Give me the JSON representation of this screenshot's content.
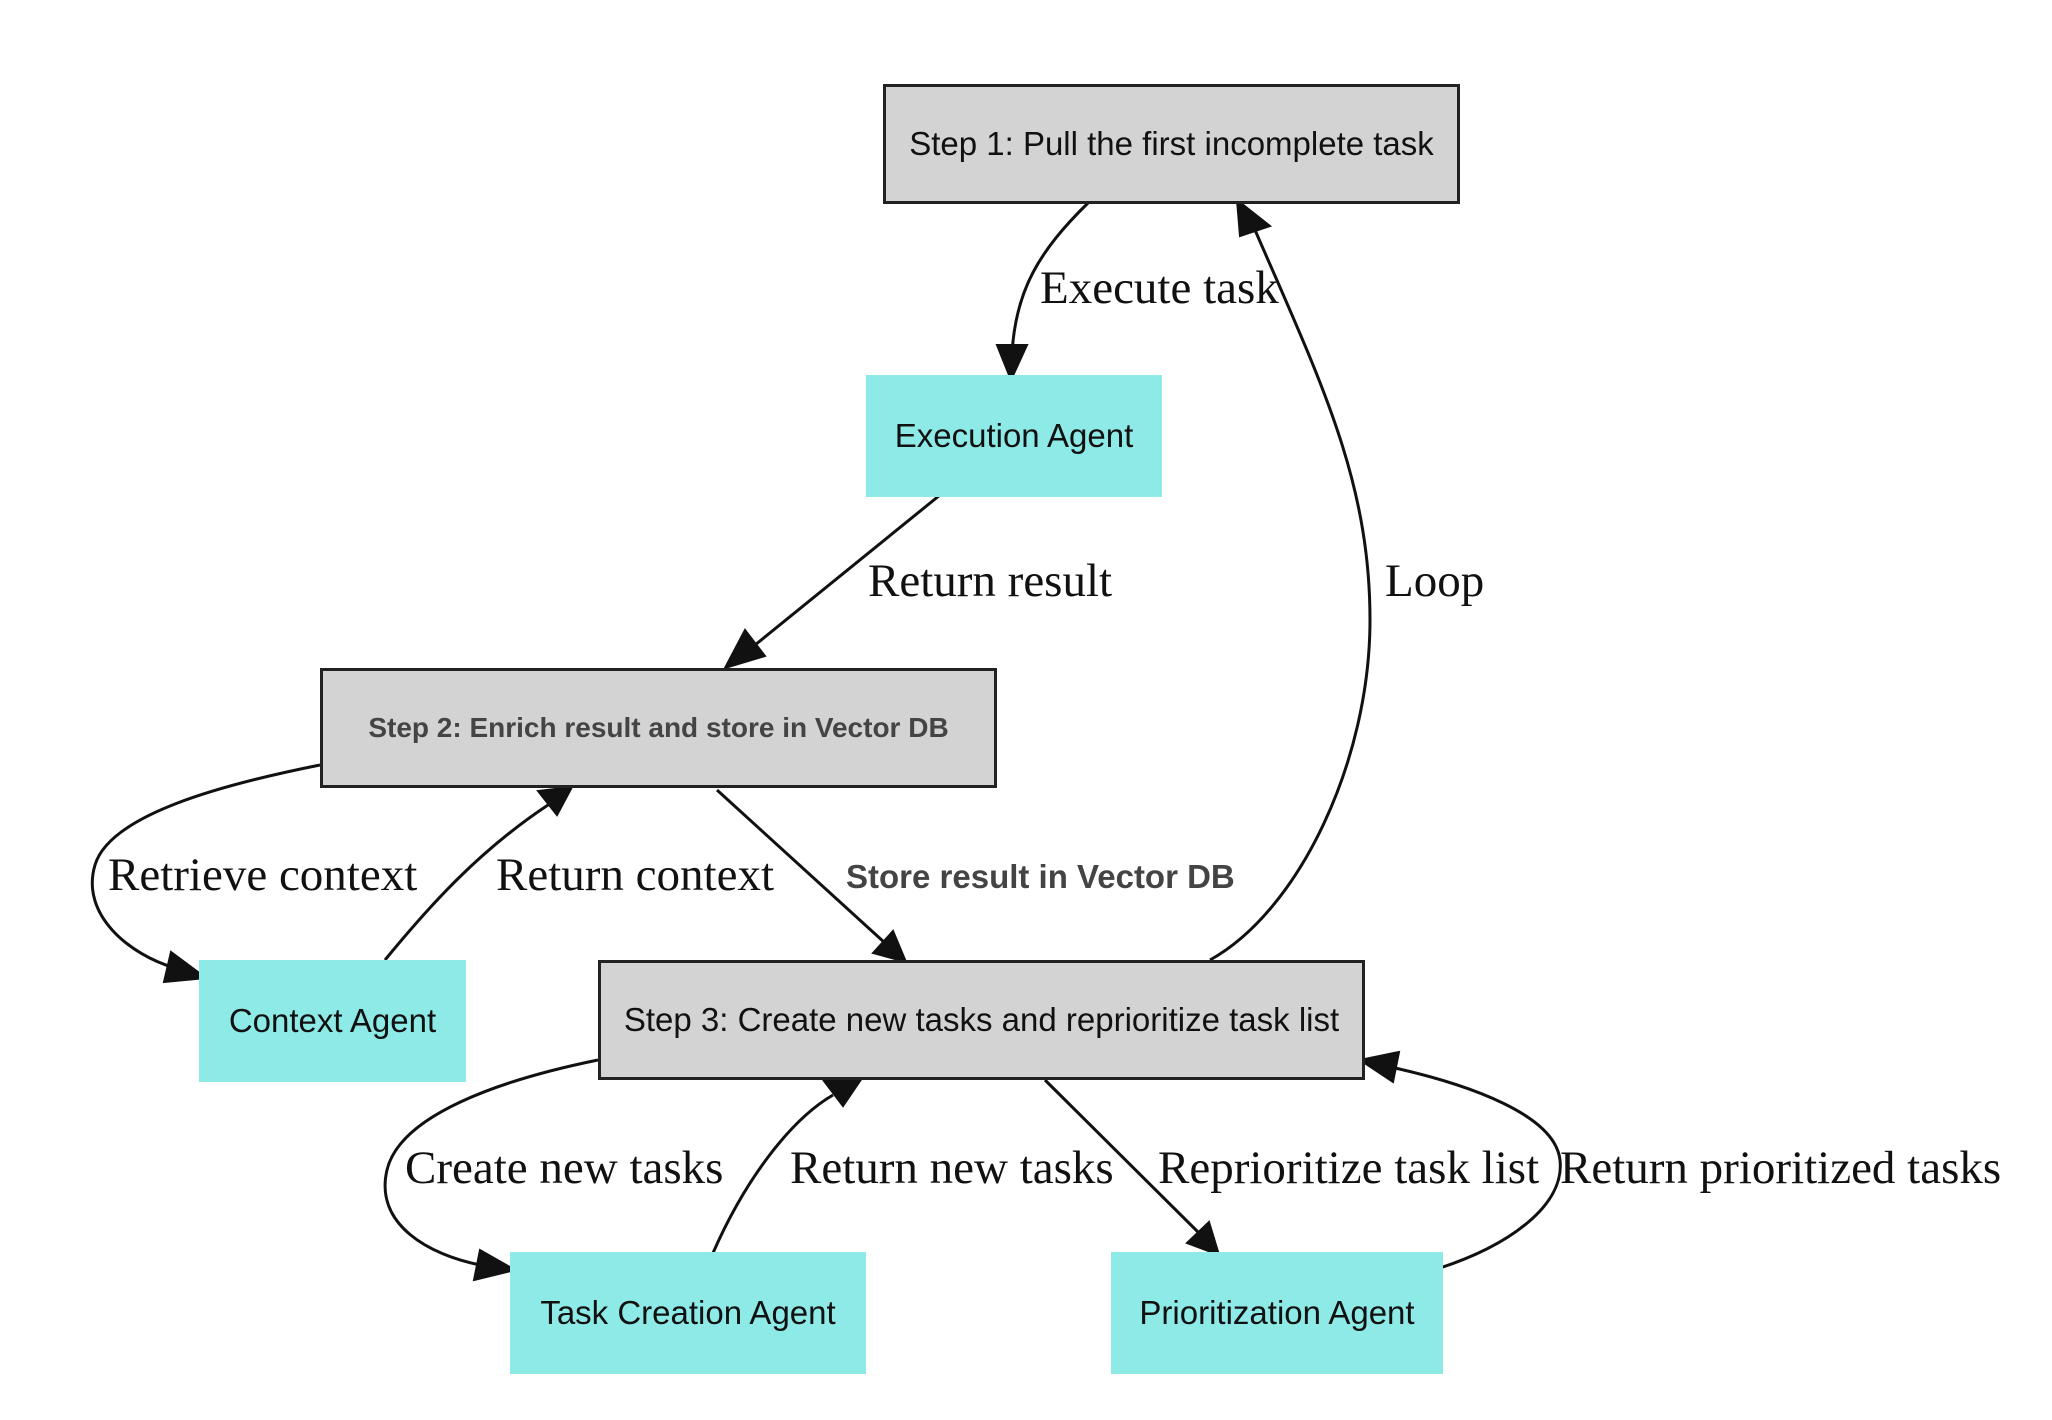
{
  "nodes": {
    "step1": "Step 1: Pull the first incomplete task",
    "execution_agent": "Execution Agent",
    "step2": "Step 2: Enrich result and store in Vector DB",
    "context_agent": "Context Agent",
    "step3": "Step 3: Create new tasks and reprioritize task list",
    "task_creation_agent": "Task Creation Agent",
    "prioritization_agent": "Prioritization Agent"
  },
  "edges": {
    "execute_task": "Execute task",
    "return_result": "Return result",
    "loop": "Loop",
    "retrieve_context": "Retrieve context",
    "return_context": "Return context",
    "store_result": "Store result in Vector DB",
    "create_new_tasks": "Create new tasks",
    "return_new_tasks": "Return new tasks",
    "reprioritize_task_list": "Reprioritize task list",
    "return_prioritized_tasks": "Return prioritized tasks"
  },
  "colors": {
    "step_fill": "#d3d3d3",
    "agent_fill": "#8eeae6",
    "stroke": "#111111"
  }
}
